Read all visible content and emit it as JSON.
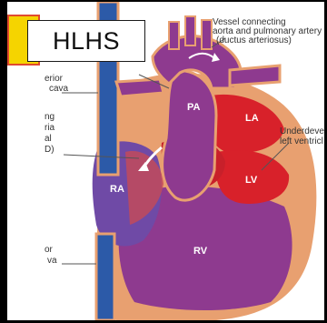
{
  "tag": {
    "text": "HLHS"
  },
  "labels": {
    "vessel_line1": "Vessel connecting",
    "vessel_line2": "aorta and pulmonary artery",
    "vessel_line3": "(ductus arteriosus)",
    "svc_line1": "erior",
    "svc_line2": "cava",
    "asd_line1": "ng",
    "asd_line2": "ria",
    "asd_line3": "al",
    "asd_line4": "D)",
    "lv_line1": "Underdeve",
    "lv_line2": "left ventricl",
    "ivc_line1": "or",
    "ivc_line2": "va"
  },
  "chambers": {
    "pa": "PA",
    "la": "LA",
    "lv": "LV",
    "ra": "RA",
    "rv": "RV"
  }
}
